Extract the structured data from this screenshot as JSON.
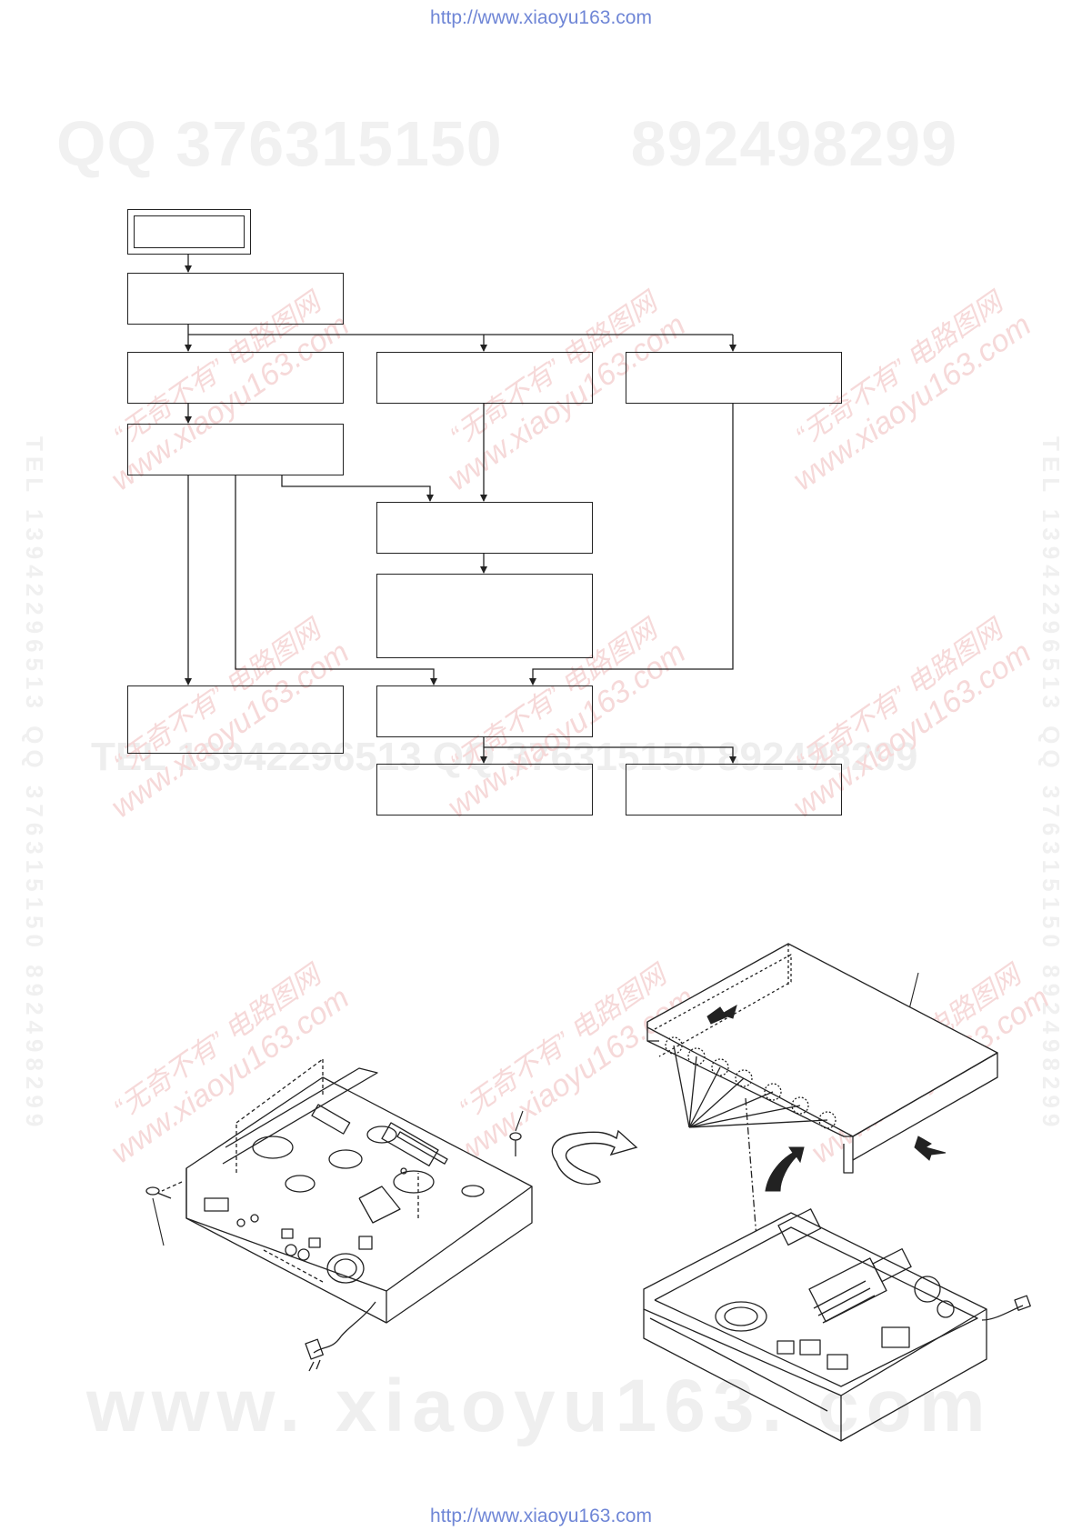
{
  "header": {
    "url": "http://www.xiaoyu163.com"
  },
  "footer": {
    "url": "http://www.xiaoyu163.com"
  },
  "watermarks": {
    "qq_label": "QQ",
    "qq_number_1": "376315150",
    "qq_number_2": "892498299",
    "tel_line": "TEL 13942296513   QQ 376315150   892498299",
    "site_large": "www. xiaoyu163. com",
    "diagonal_cn": "“无奇不有” 电路图网",
    "diagonal_url": "www.xiaoyu163.com",
    "side_left": "TEL 13942296513 QQ 376315150 892498299",
    "side_right": "TEL 13942296513 QQ 376315150 892498299"
  },
  "flowchart": {
    "start_box": "",
    "boxes": [
      "",
      "",
      "",
      "",
      "",
      "",
      "",
      "",
      "",
      "",
      ""
    ]
  },
  "colors": {
    "line": "#222222",
    "link": "#6f86d6",
    "watermark_red": "#f6d9d9"
  }
}
